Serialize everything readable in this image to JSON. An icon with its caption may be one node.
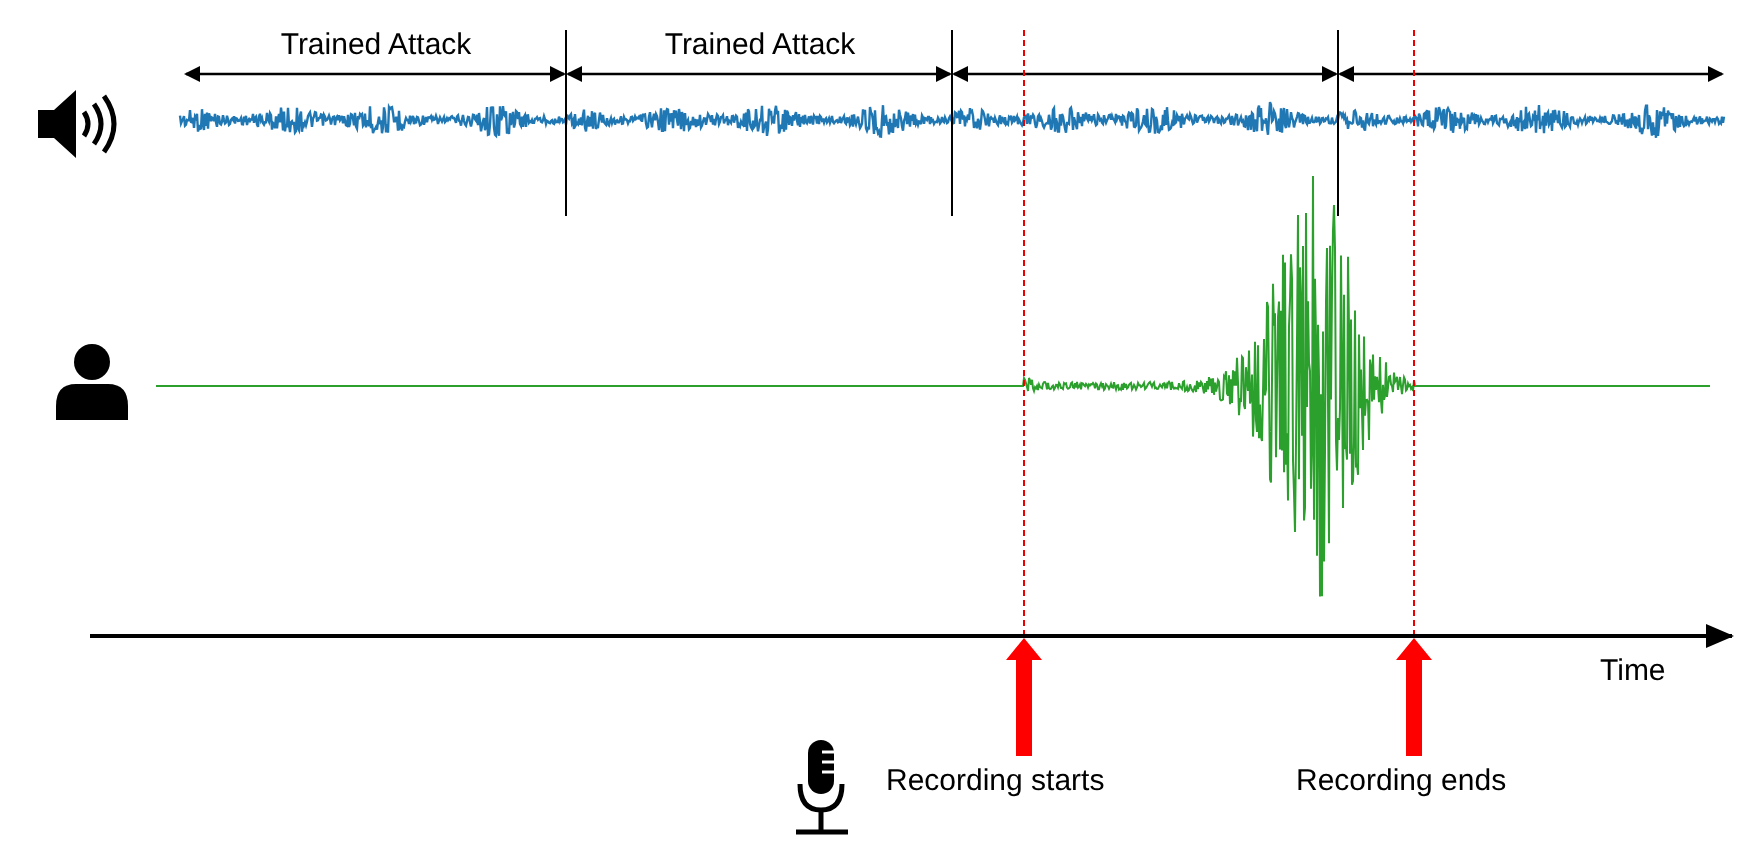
{
  "diagram": {
    "labels": [
      "Trained Attack",
      "Trained Attack",
      "Time",
      "Recording starts",
      "Recording ends"
    ]
  }
}
